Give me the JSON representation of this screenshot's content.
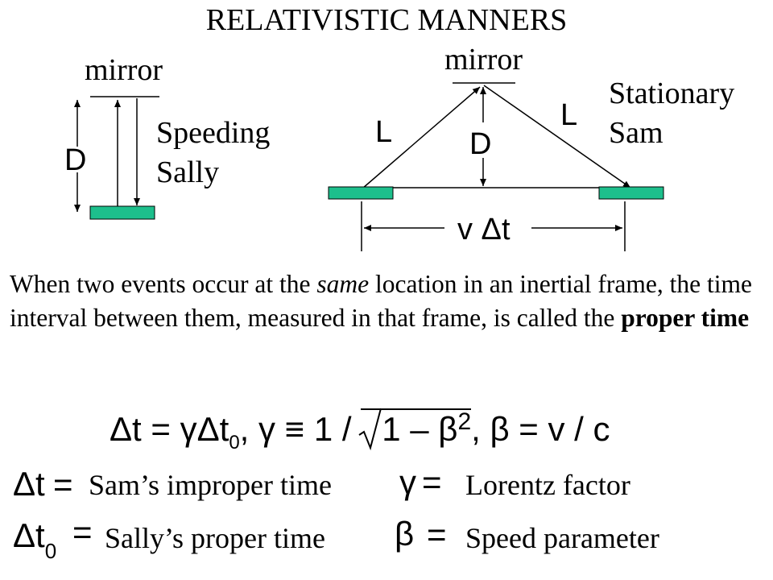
{
  "title": "RELATIVISTIC MANNERS",
  "left_diagram": {
    "mirror_label": "mirror",
    "distance_label": "D",
    "observer_line1": "Speeding",
    "observer_line2": "Sally"
  },
  "right_diagram": {
    "mirror_label": "mirror",
    "path_left_label": "L",
    "path_right_label": "L",
    "distance_label": "D",
    "observer_line1": "Stationary",
    "observer_line2": "Sam",
    "displacement_label": "v Δt"
  },
  "colors": {
    "plate": "#1dbf8c",
    "line": "#000000"
  },
  "paragraph": {
    "part1": "When two events occur at the ",
    "emphasis": "same",
    "part2": " location in an inertial frame, the time interval between them, measured in that frame, is called the ",
    "bold": "proper time"
  },
  "equation": {
    "dt_eq": "Δt = γΔt",
    "sub0": "0",
    "gamma_part": ", γ ≡ 1 / ",
    "radicand": "1 – β",
    "exp2": "2",
    "beta_part": ", β = v / c"
  },
  "definitions": [
    {
      "symbol": "Δt",
      "sub": "",
      "equals": "=",
      "meaning": "Sam’s improper time"
    },
    {
      "symbol": "Δt",
      "sub": "0",
      "equals": "=",
      "meaning": "Sally’s proper time"
    }
  ],
  "parameters": [
    {
      "symbol": "γ",
      "equals": "=",
      "meaning": "Lorentz factor"
    },
    {
      "symbol": "β",
      "equals": "=",
      "meaning": "Speed parameter"
    }
  ]
}
